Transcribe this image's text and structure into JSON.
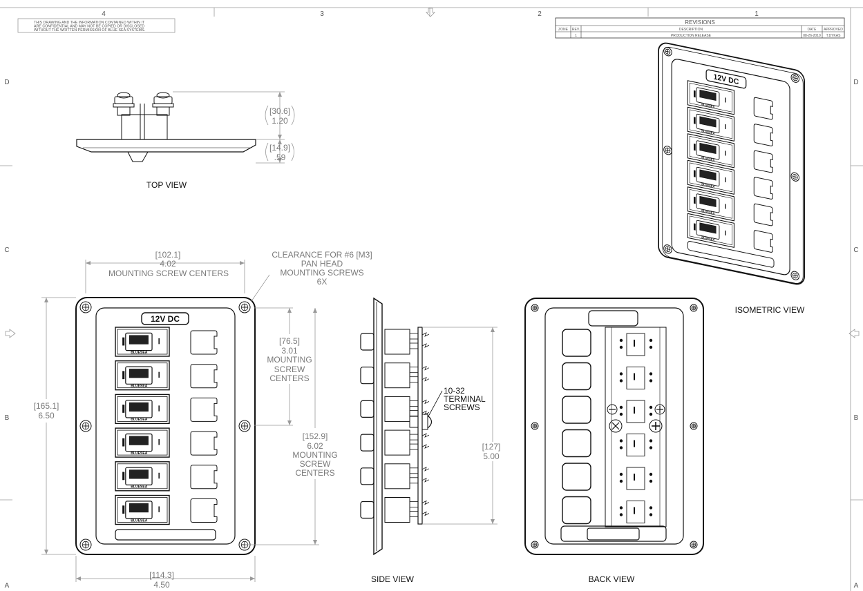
{
  "border": {
    "columns": [
      "4",
      "3",
      "2",
      "1"
    ],
    "rows": [
      "D",
      "C",
      "B",
      "A"
    ]
  },
  "confidential_note": [
    "THIS DRAWING AND THE INFORMATION CONTAINED WITHIN IT",
    "ARE CONFIDENTIAL AND MAY NOT BE COPIED OR DISCLOSED",
    "WITHOUT THE WRITTEN PERMISSION OF BLUE SEA SYSTEMS."
  ],
  "revisions": {
    "title": "REVISIONS",
    "headers": [
      "ZONE",
      "REV.",
      "DESCRIPTION",
      "DATE",
      "APPROVED"
    ],
    "row": [
      "",
      "1",
      "PRODUCTION RELEASE",
      "08-26-2010",
      "T.DYKAS"
    ]
  },
  "views": {
    "top": "TOP VIEW",
    "side": "SIDE VIEW",
    "back": "BACK VIEW",
    "isometric": "ISOMETRIC VIEW"
  },
  "panel_label": "12V DC",
  "rocker_label": "BLUESEA",
  "dimensions": {
    "top_height_mm": "[30.6]",
    "top_height_in": "1.20",
    "top_depth_mm": "[14.9]",
    "top_depth_in": ".59",
    "h_screw_mm": "[102.1]",
    "h_screw_in": "4.02",
    "h_screw_label": "MOUNTING SCREW CENTERS",
    "clearance": [
      "CLEARANCE FOR #6 [M3]",
      "PAN HEAD",
      "MOUNTING SCREWS",
      "6X"
    ],
    "v_screw_mm": "[76.5]",
    "v_screw_in": "3.01",
    "v_screw_label": [
      "MOUNTING",
      "SCREW",
      "CENTERS"
    ],
    "height_mm": "[165.1]",
    "height_in": "6.50",
    "v_screw2_mm": "[152.9]",
    "v_screw2_in": "6.02",
    "v_screw2_label": [
      "MOUNTING",
      "SCREW",
      "CENTERS"
    ],
    "width_mm": "[114.3]",
    "width_in": "4.50",
    "terminal": [
      "10-32",
      "TERMINAL",
      "SCREWS"
    ],
    "side_mm": "[127]",
    "side_in": "5.00"
  }
}
